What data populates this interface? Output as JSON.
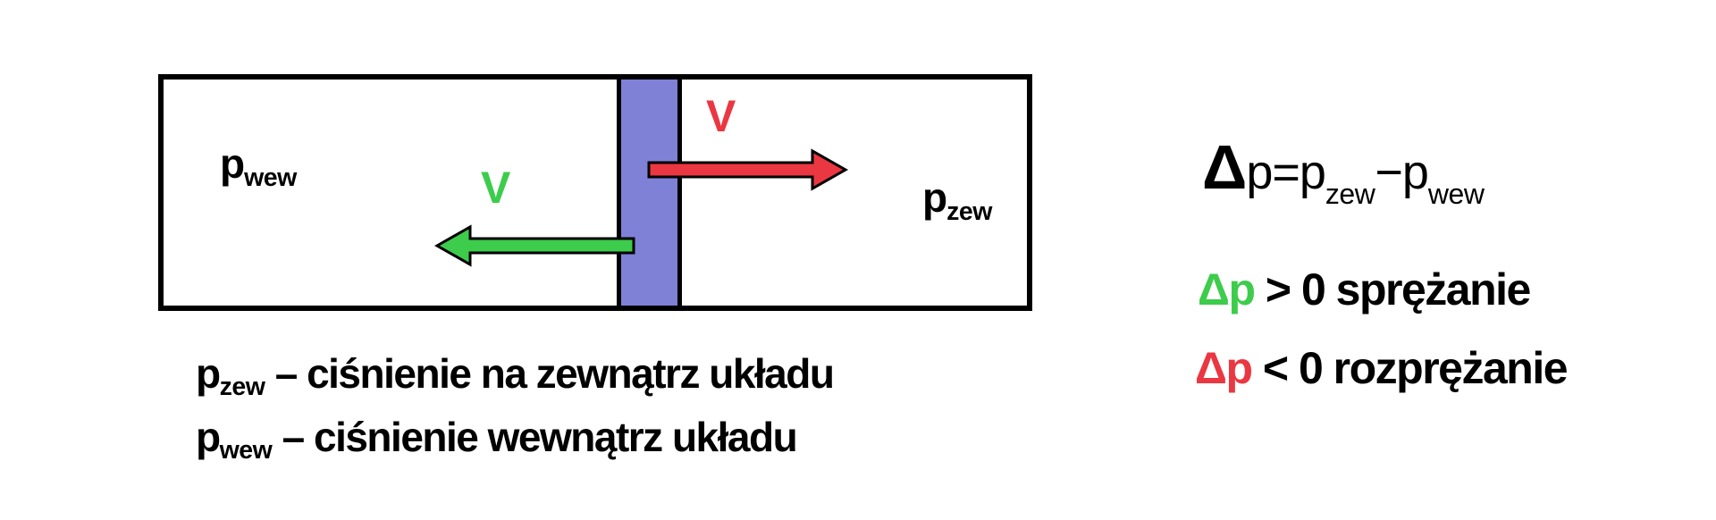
{
  "colors": {
    "green": "#3DCC4B",
    "red": "#EA3741",
    "purple": "#7E81D6",
    "black": "#000000",
    "text": "#000000"
  },
  "cylinder": {
    "inside_label": {
      "base": "p",
      "sub": "wew"
    },
    "outside_label": {
      "base": "p",
      "sub": "zew"
    },
    "green_arrow_label": "V",
    "red_arrow_label": "V"
  },
  "equations": {
    "definition": {
      "delta": "Δ",
      "seg1": "p=p",
      "sub1": "zew",
      "seg2": "−p",
      "sub2": "wew"
    },
    "compression": {
      "dp": "Δp",
      "rest": " > 0 sprężanie"
    },
    "expansion": {
      "dp": "Δp",
      "rest": " < 0 rozprężanie"
    }
  },
  "legend": {
    "line1": {
      "base": "p",
      "sub": "zew",
      "rest": " – ciśnienie na zewnątrz układu"
    },
    "line2": {
      "base": "p",
      "sub": "wew",
      "rest": " – ciśnienie wewnątrz układu"
    }
  }
}
